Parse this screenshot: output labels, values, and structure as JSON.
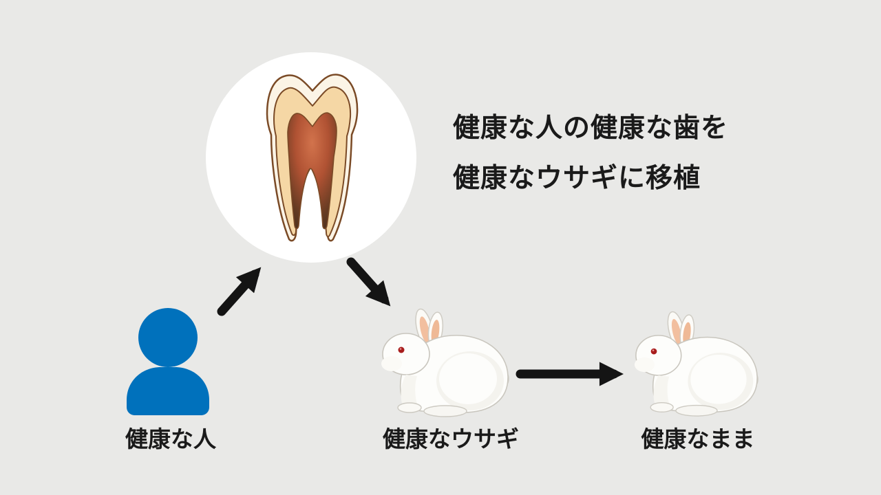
{
  "heading": {
    "line1": "健康な人の健康な歯を",
    "line2": "健康なウサギに移植"
  },
  "nodes": {
    "person": {
      "label": "健康な人",
      "icon": "person-icon"
    },
    "tooth": {
      "icon": "tooth-cross-section-icon"
    },
    "rabbit_recipient": {
      "label": "健康なウサギ",
      "icon": "rabbit-icon"
    },
    "rabbit_outcome": {
      "label": "健康なまま",
      "icon": "rabbit-icon"
    }
  },
  "arrows": [
    {
      "name": "person-to-tooth",
      "direction": "up-right"
    },
    {
      "name": "tooth-to-rabbit",
      "direction": "down-right"
    },
    {
      "name": "rabbit-to-rabbit",
      "direction": "right"
    }
  ],
  "colors": {
    "background": "#e9e9e7",
    "circle_white": "#ffffff",
    "text_black": "#1a1a1a",
    "arrow_black": "#141414",
    "person_blue": "#0071bc",
    "tooth_outline": "#7a4a26",
    "tooth_enamel": "#fbf4e6",
    "tooth_dentin": "#f5d7a5",
    "tooth_pulp_light": "#d2734c",
    "tooth_pulp_dark": "#4a2e1c",
    "rabbit_white": "#fdfdfb",
    "rabbit_ear_pink": "#f2bf9f",
    "rabbit_eye_red": "#a81d1d"
  }
}
